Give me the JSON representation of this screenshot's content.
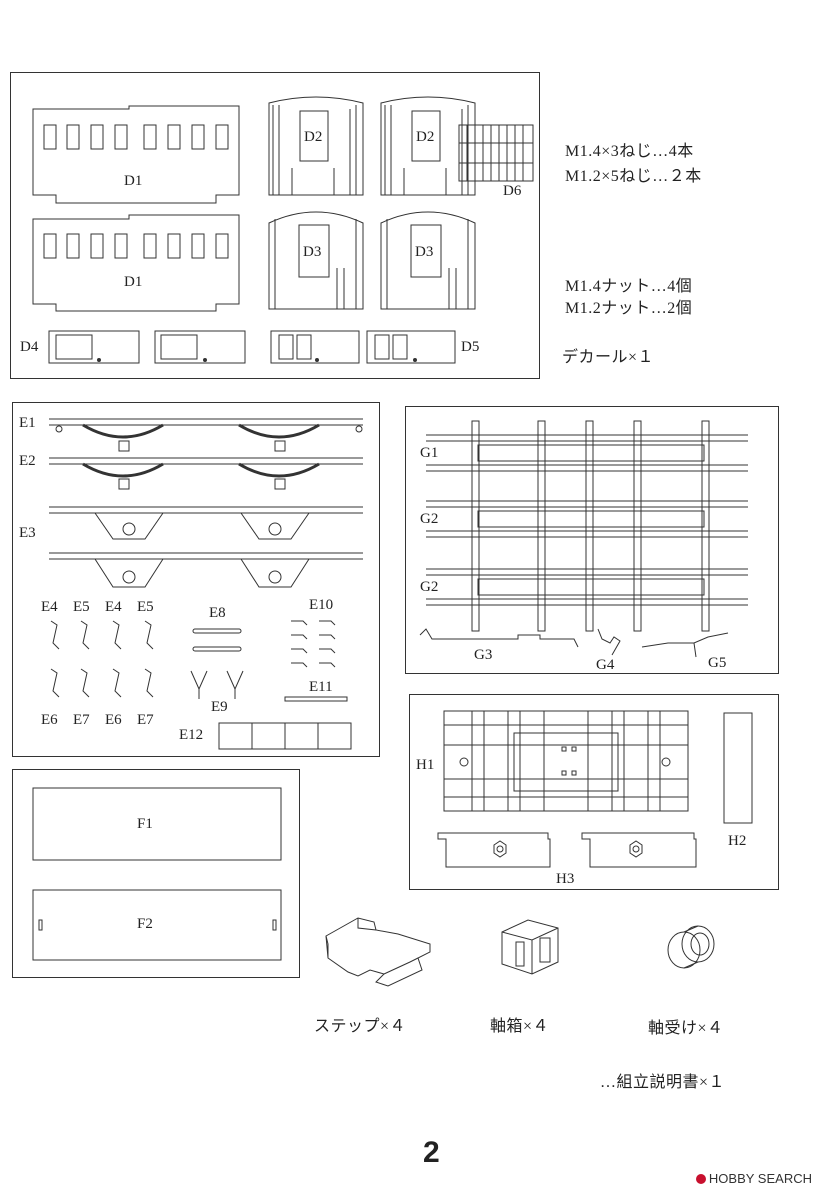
{
  "panel_d": {
    "labels": {
      "d1_top": "D1",
      "d1_bottom": "D1",
      "d2_left": "D2",
      "d2_right": "D2",
      "d3_left": "D3",
      "d3_right": "D3",
      "d4": "D4",
      "d5": "D5",
      "d6": "D6"
    }
  },
  "hardware": {
    "screws_line1": "M1.4×3ねじ…4本",
    "screws_line2": "M1.2×5ねじ…２本",
    "nuts_line1": "M1.4ナット…4個",
    "nuts_line2": "M1.2ナット…2個",
    "decal": "デカール×１"
  },
  "panel_e": {
    "labels": {
      "e1": "E1",
      "e2": "E2",
      "e3": "E3",
      "e4a": "E4",
      "e5a": "E5",
      "e4b": "E4",
      "e5b": "E5",
      "e6a": "E6",
      "e7a": "E7",
      "e6b": "E6",
      "e7b": "E7",
      "e8": "E8",
      "e9": "E9",
      "e10": "E10",
      "e11": "E11",
      "e12": "E12"
    }
  },
  "panel_g": {
    "labels": {
      "g1": "G1",
      "g2a": "G2",
      "g2b": "G2",
      "g3": "G3",
      "g4": "G4",
      "g5": "G5"
    }
  },
  "panel_h": {
    "labels": {
      "h1": "H1",
      "h2": "H2",
      "h3": "H3"
    }
  },
  "panel_f": {
    "labels": {
      "f1": "F1",
      "f2": "F2"
    }
  },
  "cast_parts": {
    "step": "ステップ×４",
    "axle_box": "軸箱×４",
    "bearing": "軸受け×４"
  },
  "manual": "…組立説明書×１",
  "page_number": "2",
  "watermark": "HOBBY SEARCH"
}
